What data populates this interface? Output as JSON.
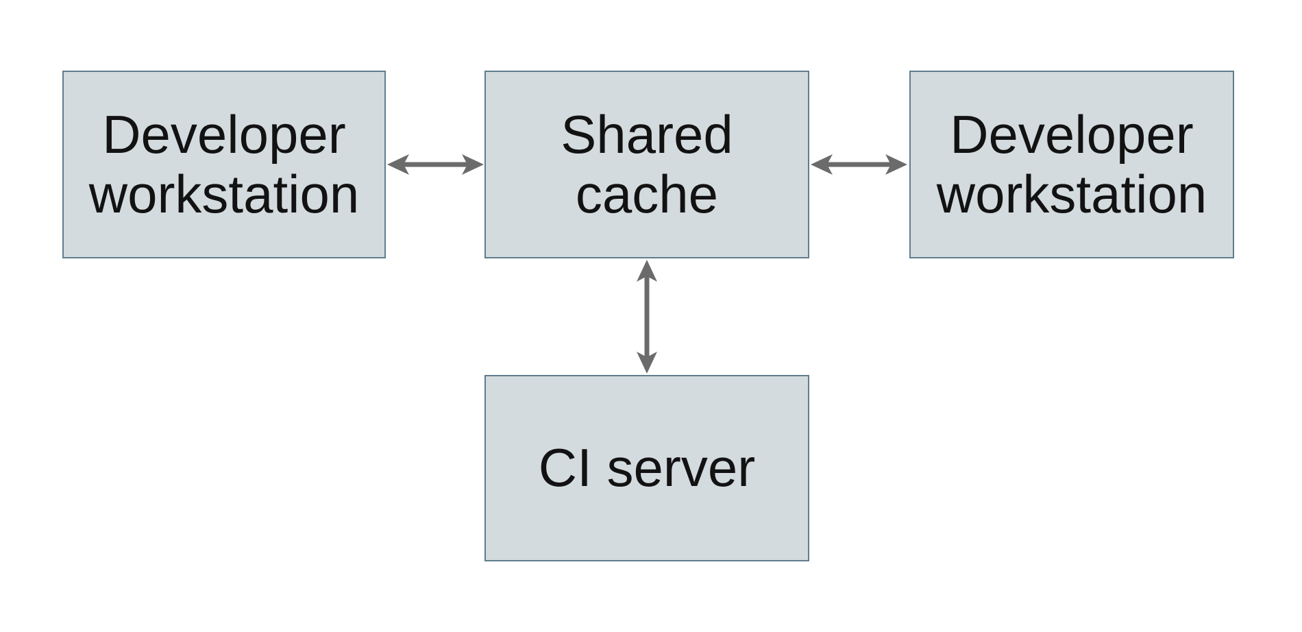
{
  "colors": {
    "page-bg": "#ffffff",
    "box-fill": "#d3dbde",
    "box-border": "#5f7d8d",
    "arrow-color": "#6b6b6b",
    "text-color": "#121212"
  },
  "nodes": {
    "dev_left": {
      "lines": [
        "Developer",
        "workstation"
      ]
    },
    "shared": {
      "lines": [
        "Shared",
        "cache"
      ]
    },
    "dev_right": {
      "lines": [
        "Developer",
        "workstation"
      ]
    },
    "ci": {
      "lines": [
        "CI server"
      ]
    }
  },
  "edges": {
    "left_cache": {
      "type": "bidirectional-horizontal"
    },
    "cache_right": {
      "type": "bidirectional-horizontal"
    },
    "cache_ci": {
      "type": "bidirectional-vertical"
    }
  }
}
